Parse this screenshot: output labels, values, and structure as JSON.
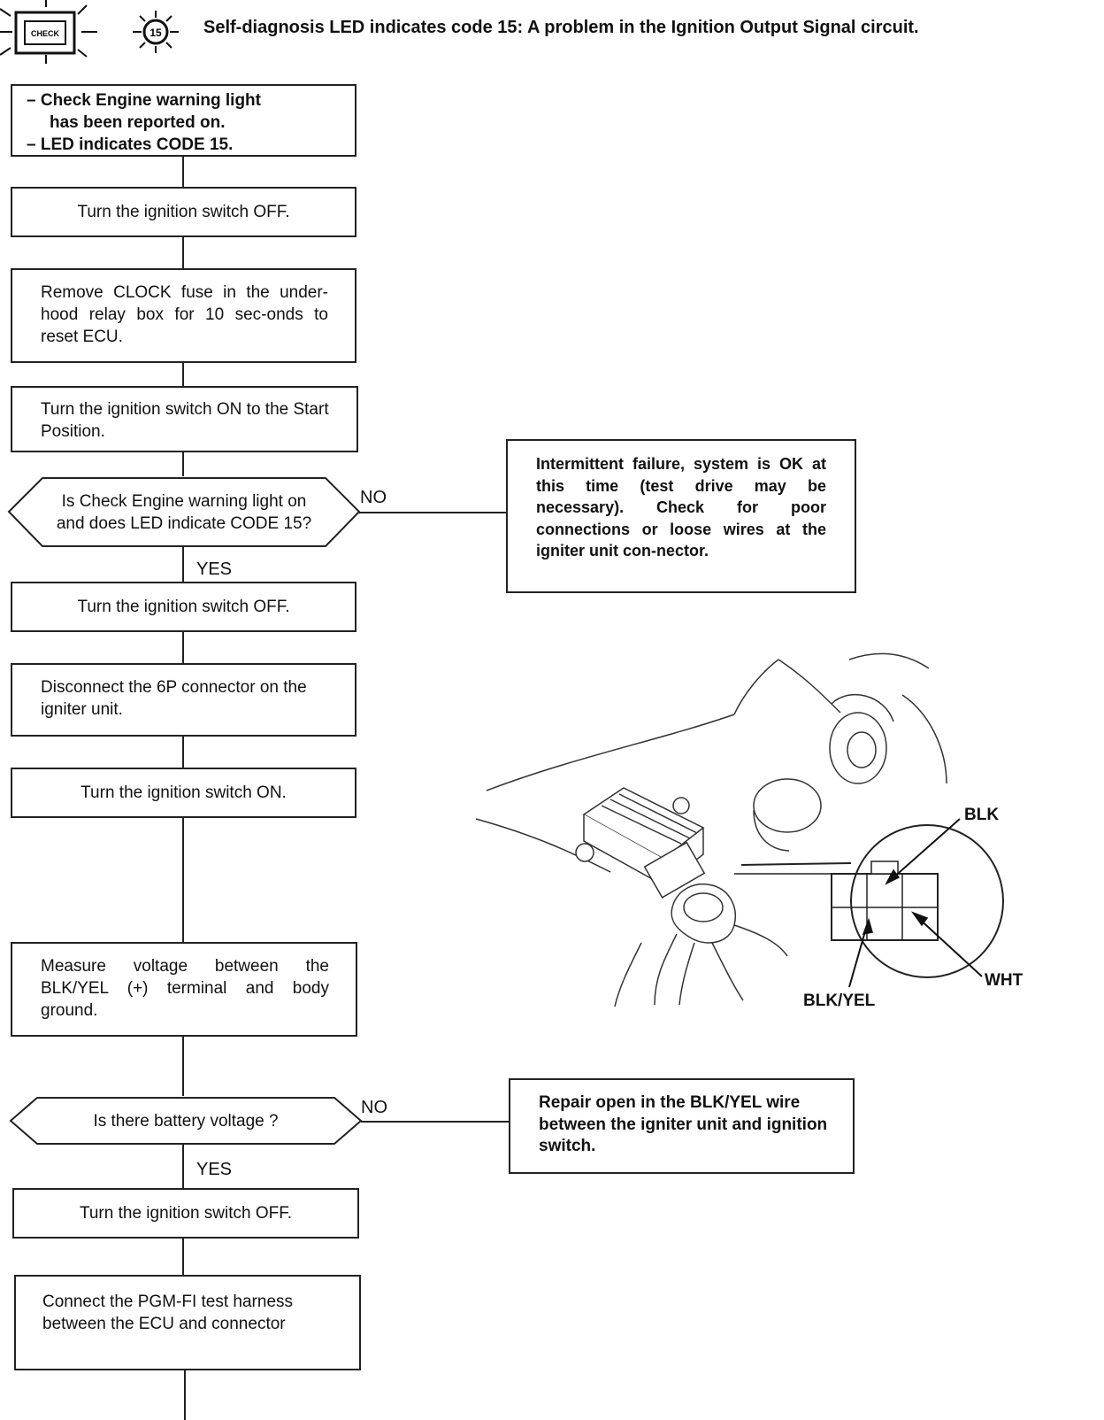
{
  "header": {
    "title": "Self-diagnosis LED indicates code 15: A problem in the Ignition Output Signal circuit.",
    "check_icon_text": "CHECK",
    "led_icon_text": "15"
  },
  "flow": {
    "start": [
      "– Check Engine warning light",
      "has been reported on.",
      "– LED indicates CODE 15."
    ],
    "step1": "Turn the ignition switch OFF.",
    "step2": "Remove CLOCK fuse in the under-hood relay box for 10 sec-onds to reset ECU.",
    "step3": "Turn the ignition switch ON to the Start Position.",
    "decision1": [
      "Is Check Engine warning light on",
      "and does LED indicate CODE 15?"
    ],
    "decision1_no": "NO",
    "decision1_yes": "YES",
    "result1": "Intermittent failure, system is OK at this time (test drive may be necessary). Check for poor connections or loose wires at the igniter unit con-nector.",
    "step4": "Turn the ignition switch OFF.",
    "step5": "Disconnect the 6P connector on the igniter unit.",
    "step6": "Turn the ignition switch ON.",
    "step7": "Measure voltage between the BLK/YEL (+) terminal and body ground.",
    "decision2": "Is there battery voltage ?",
    "decision2_no": "NO",
    "decision2_yes": "YES",
    "result2": "Repair open in the BLK/YEL wire between the igniter unit and ignition switch.",
    "step8": "Turn the ignition switch OFF.",
    "step9": "Connect the PGM-FI test harness between the ECU and connector"
  },
  "illustration": {
    "label_blk": "BLK",
    "label_wht": "WHT",
    "label_blkyel": "BLK/YEL"
  }
}
